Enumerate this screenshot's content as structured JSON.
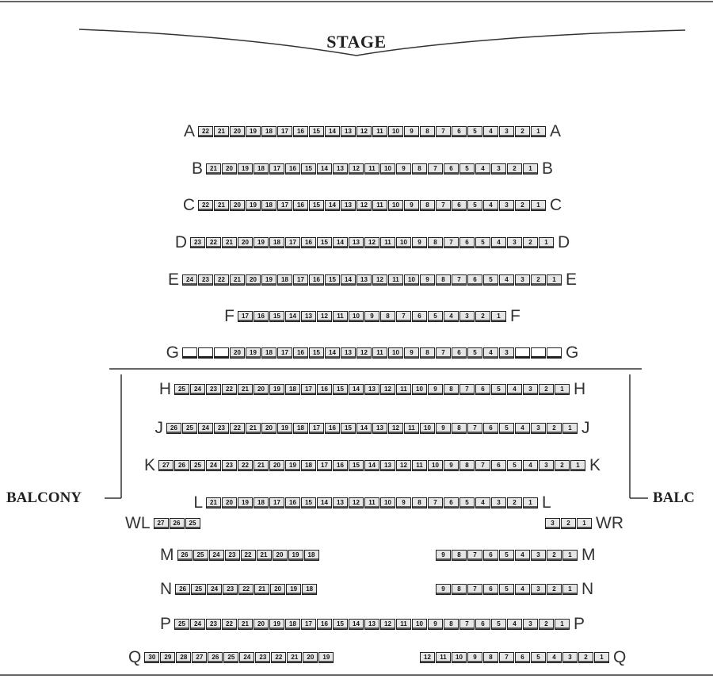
{
  "stage_label": "STAGE",
  "balcony_left": "BALCONY",
  "balcony_right": "BALC",
  "rows": [
    {
      "label": "A",
      "seats": [
        22,
        21,
        20,
        19,
        18,
        17,
        16,
        15,
        14,
        13,
        12,
        11,
        10,
        9,
        8,
        7,
        6,
        5,
        4,
        3,
        2,
        1
      ]
    },
    {
      "label": "B",
      "seats": [
        21,
        20,
        19,
        18,
        17,
        16,
        15,
        14,
        13,
        12,
        11,
        10,
        9,
        8,
        7,
        6,
        5,
        4,
        3,
        2,
        1
      ]
    },
    {
      "label": "C",
      "seats": [
        22,
        21,
        20,
        19,
        18,
        17,
        16,
        15,
        14,
        13,
        12,
        11,
        10,
        9,
        8,
        7,
        6,
        5,
        4,
        3,
        2,
        1
      ]
    },
    {
      "label": "D",
      "seats": [
        23,
        22,
        21,
        20,
        19,
        18,
        17,
        16,
        15,
        14,
        13,
        12,
        11,
        10,
        9,
        8,
        7,
        6,
        5,
        4,
        3,
        2,
        1
      ]
    },
    {
      "label": "E",
      "seats": [
        24,
        23,
        22,
        21,
        20,
        19,
        18,
        17,
        16,
        15,
        14,
        13,
        12,
        11,
        10,
        9,
        8,
        7,
        6,
        5,
        4,
        3,
        2,
        1
      ]
    },
    {
      "label": "F",
      "seats": [
        17,
        16,
        15,
        14,
        13,
        12,
        11,
        10,
        9,
        8,
        7,
        6,
        5,
        4,
        3,
        2,
        1
      ]
    },
    {
      "label": "G",
      "seats": [
        null,
        null,
        null,
        20,
        19,
        18,
        17,
        16,
        15,
        14,
        13,
        12,
        11,
        10,
        9,
        8,
        7,
        6,
        5,
        4,
        3,
        null,
        null,
        null
      ]
    },
    {
      "label": "H",
      "seats": [
        25,
        24,
        23,
        22,
        21,
        20,
        19,
        18,
        17,
        16,
        15,
        14,
        13,
        12,
        11,
        10,
        9,
        8,
        7,
        6,
        5,
        4,
        3,
        2,
        1
      ]
    },
    {
      "label": "J",
      "seats": [
        26,
        25,
        24,
        23,
        22,
        21,
        20,
        19,
        18,
        17,
        16,
        15,
        14,
        13,
        12,
        11,
        10,
        9,
        8,
        7,
        6,
        5,
        4,
        3,
        2,
        1
      ]
    },
    {
      "label": "K",
      "seats": [
        27,
        26,
        25,
        24,
        23,
        22,
        21,
        20,
        19,
        18,
        17,
        16,
        15,
        14,
        13,
        12,
        11,
        10,
        9,
        8,
        7,
        6,
        5,
        4,
        3,
        2,
        1
      ]
    },
    {
      "label": "L",
      "seats": [
        21,
        20,
        19,
        18,
        17,
        16,
        15,
        14,
        13,
        12,
        11,
        10,
        9,
        8,
        7,
        6,
        5,
        4,
        3,
        2,
        1
      ]
    },
    {
      "label": "P",
      "seats": [
        25,
        24,
        23,
        22,
        21,
        20,
        19,
        18,
        17,
        16,
        15,
        14,
        13,
        12,
        11,
        10,
        9,
        8,
        7,
        6,
        5,
        4,
        3,
        2,
        1
      ]
    }
  ],
  "split_rows": [
    {
      "label": "M",
      "left": [
        26,
        25,
        24,
        23,
        22,
        21,
        20,
        19,
        18
      ],
      "right": [
        9,
        8,
        7,
        6,
        5,
        4,
        3,
        2,
        1
      ]
    },
    {
      "label": "N",
      "left": [
        26,
        25,
        24,
        23,
        22,
        21,
        20,
        19,
        18
      ],
      "right": [
        9,
        8,
        7,
        6,
        5,
        4,
        3,
        2,
        1
      ]
    },
    {
      "label": "Q",
      "left": [
        30,
        29,
        28,
        27,
        26,
        25,
        24,
        23,
        22,
        21,
        20,
        19
      ],
      "right": [
        12,
        11,
        10,
        9,
        8,
        7,
        6,
        5,
        4,
        3,
        2,
        1
      ]
    }
  ],
  "wings": {
    "left": {
      "label": "WL",
      "seats": [
        27,
        26,
        25
      ]
    },
    "right": {
      "label": "WR",
      "seats": [
        3,
        2,
        1
      ]
    }
  }
}
